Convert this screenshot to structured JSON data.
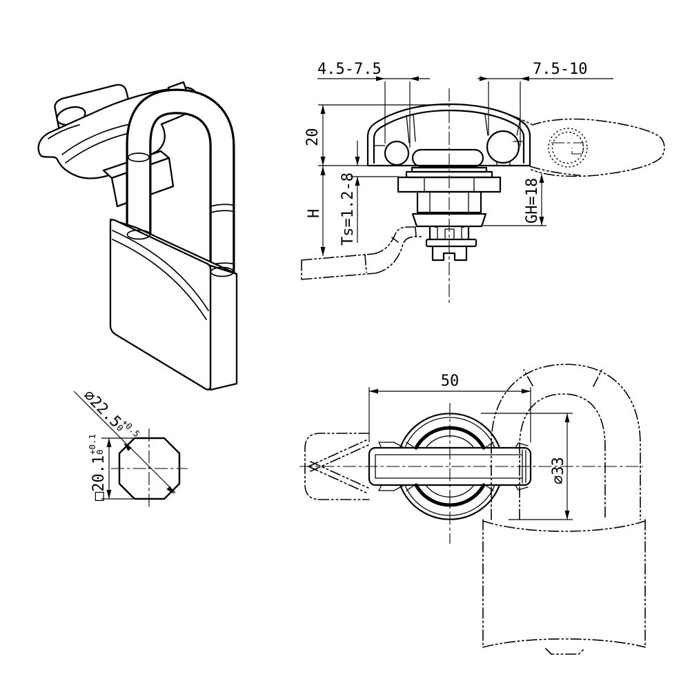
{
  "colors": {
    "line": "#000000",
    "background": "#ffffff"
  },
  "labels": {
    "clamp_range_left": "4.5-7.5",
    "clamp_range_right": "7.5-10",
    "knob_height": "20",
    "installed_height": "H",
    "panel_thickness": "Ts=1.2-8",
    "grip_height": "GH=18",
    "knob_width": "50",
    "knob_diameter": "⌀33",
    "cutout_diameter": "⌀22.5",
    "cutout_diameter_tol_upper": "+0.5",
    "cutout_diameter_tol_lower": "0",
    "cutout_square": "□20.1",
    "cutout_square_tol_upper": "+0.1",
    "cutout_square_tol_lower": "0"
  }
}
